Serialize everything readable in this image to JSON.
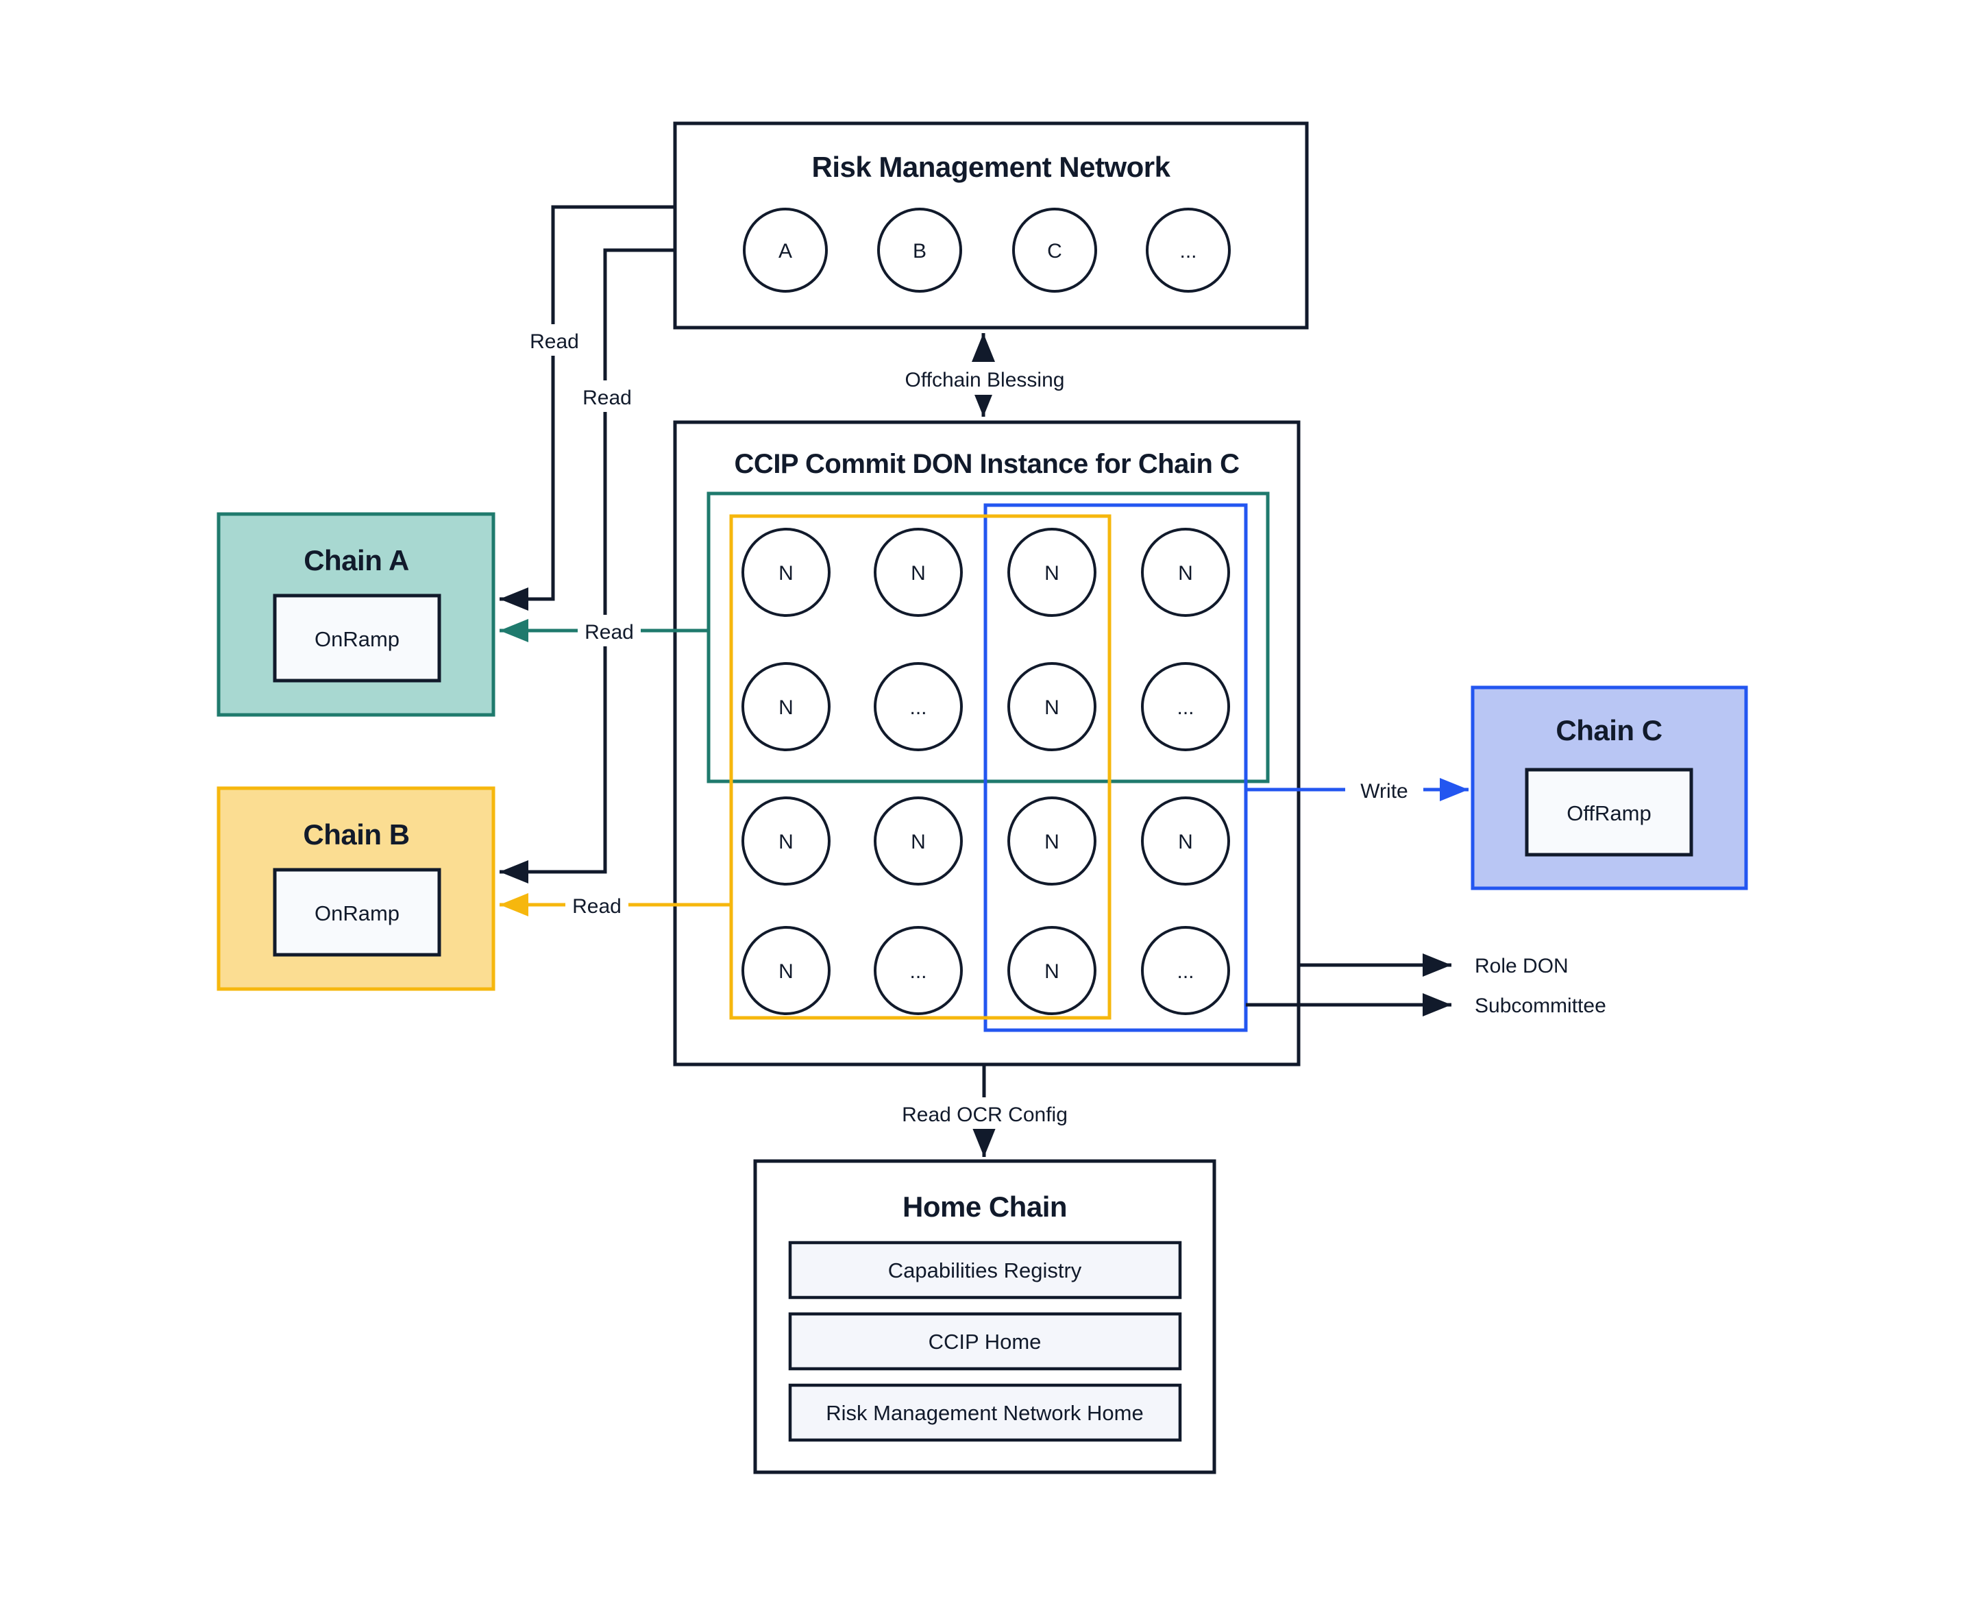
{
  "colors": {
    "ink": "#111a2b",
    "teal": "#1f7a6d",
    "teal_fill": "#a8d8d1",
    "yellow": "#f6b70d",
    "yellow_fill": "#fbdd92",
    "blue": "#2356f0",
    "blue_fill": "#b9c6f4",
    "inner_box_fill": "#f8fafd",
    "home_inner_fill": "#f4f6fb",
    "background": "#ffffff"
  },
  "rmn": {
    "title": "Risk Management Network",
    "nodes": [
      "A",
      "B",
      "C",
      "..."
    ]
  },
  "ccip_don": {
    "title": "CCIP Commit DON Instance for Chain C",
    "nodes": [
      "N",
      "N",
      "N",
      "N",
      "N",
      "...",
      "N",
      "...",
      "N",
      "N",
      "N",
      "N",
      "N",
      "...",
      "N",
      "..."
    ]
  },
  "chain_a": {
    "title": "Chain A",
    "component": "OnRamp"
  },
  "chain_b": {
    "title": "Chain B",
    "component": "OnRamp"
  },
  "chain_c": {
    "title": "Chain C",
    "component": "OffRamp"
  },
  "home_chain": {
    "title": "Home Chain",
    "components": [
      "Capabilities Registry",
      "CCIP Home",
      "Risk Management Network Home"
    ]
  },
  "labels": {
    "offchain_blessing": "Offchain Blessing",
    "read_rmn_to_chain_a": "Read",
    "read_rmn_to_chain_b": "Read",
    "read_don_to_chain_a": "Read",
    "read_don_to_chain_b": "Read",
    "write": "Write",
    "role_don": "Role DON",
    "subcommittee": "Subcommittee",
    "read_ocr_config": "Read OCR Config"
  }
}
